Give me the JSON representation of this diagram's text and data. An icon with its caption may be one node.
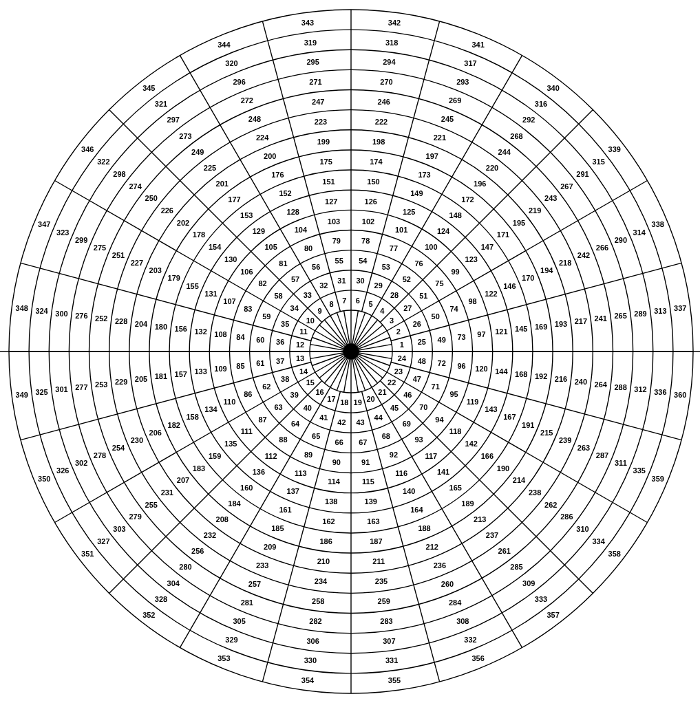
{
  "diagram": {
    "labels": [
      "1",
      "2",
      "3",
      "4",
      "5",
      "6",
      "7",
      "8",
      "9",
      "10",
      "11",
      "12",
      "13",
      "14",
      "15",
      "16",
      "17",
      "18",
      "19",
      "20",
      "21",
      "22",
      "23",
      "24",
      "25",
      "26",
      "27",
      "28",
      "29",
      "30",
      "31",
      "32",
      "33",
      "34",
      "35",
      "36",
      "37",
      "38",
      "39",
      "40",
      "41",
      "42",
      "43",
      "44",
      "45",
      "46",
      "47",
      "48",
      "49",
      "50",
      "51",
      "52",
      "53",
      "54",
      "55",
      "56",
      "57",
      "58",
      "59",
      "60",
      "61",
      "62",
      "63",
      "64",
      "65",
      "66",
      "67",
      "68",
      "69",
      "70",
      "71",
      "72",
      "73",
      "74",
      "75",
      "76",
      "77",
      "78",
      "79",
      "80",
      "81",
      "82",
      "83",
      "84",
      "85",
      "86",
      "87",
      "88",
      "89",
      "90",
      "91",
      "92",
      "93",
      "94",
      "95",
      "96",
      "97",
      "98",
      "99",
      "100",
      "101",
      "102",
      "103",
      "104",
      "105",
      "106",
      "107",
      "108",
      "109",
      "110",
      "111",
      "112",
      "113",
      "114",
      "115",
      "116",
      "117",
      "118",
      "119",
      "120",
      "121",
      "122",
      "123",
      "124",
      "125",
      "126",
      "127",
      "128",
      "129",
      "130",
      "131",
      "132",
      "133",
      "134",
      "135",
      "136",
      "137",
      "138",
      "139",
      "140",
      "141",
      "142",
      "143",
      "144",
      "145",
      "146",
      "147",
      "148",
      "149",
      "150",
      "151",
      "152",
      "153",
      "154",
      "155",
      "156",
      "157",
      "158",
      "159",
      "160",
      "161",
      "162",
      "163",
      "164",
      "165",
      "166",
      "167",
      "168",
      "169",
      "170",
      "171",
      "172",
      "173",
      "174",
      "175",
      "176",
      "177",
      "178",
      "179",
      "180",
      "181",
      "182",
      "183",
      "184",
      "185",
      "186",
      "187",
      "188",
      "189",
      "190",
      "191",
      "192",
      "193",
      "194",
      "195",
      "196",
      "197",
      "198",
      "199",
      "200",
      "201",
      "202",
      "203",
      "204",
      "205",
      "206",
      "207",
      "208",
      "209",
      "210",
      "211",
      "212",
      "213",
      "214",
      "215",
      "216",
      "217",
      "218",
      "219",
      "220",
      "221",
      "222",
      "223",
      "224",
      "225",
      "226",
      "227",
      "228",
      "229",
      "230",
      "231",
      "232",
      "233",
      "234",
      "235",
      "236",
      "237",
      "238",
      "239",
      "240",
      "241",
      "242",
      "243",
      "244",
      "245",
      "246",
      "247",
      "248",
      "249",
      "250",
      "251",
      "252",
      "253",
      "254",
      "255",
      "256",
      "257",
      "258",
      "259",
      "260",
      "261",
      "262",
      "263",
      "264",
      "265",
      "266",
      "267",
      "268",
      "269",
      "270",
      "271",
      "272",
      "273",
      "274",
      "275",
      "276",
      "277",
      "278",
      "279",
      "280",
      "281",
      "282",
      "283",
      "284",
      "285",
      "286",
      "287",
      "288",
      "289",
      "290",
      "291",
      "292",
      "293",
      "294",
      "295",
      "296",
      "297",
      "298",
      "299",
      "300",
      "301",
      "302",
      "303",
      "304",
      "305",
      "306",
      "307",
      "308",
      "309",
      "310",
      "311",
      "312",
      "313",
      "314",
      "315",
      "316",
      "317",
      "318",
      "319",
      "320",
      "321",
      "322",
      "323",
      "324",
      "325",
      "326",
      "327",
      "328",
      "329",
      "330",
      "331",
      "332",
      "333",
      "334",
      "335",
      "336",
      "337",
      "338",
      "339",
      "340",
      "341",
      "342",
      "343",
      "344",
      "345",
      "346",
      "347",
      "348",
      "349",
      "350",
      "351",
      "352",
      "353",
      "354",
      "355",
      "356",
      "357",
      "358",
      "359",
      "360"
    ]
  }
}
